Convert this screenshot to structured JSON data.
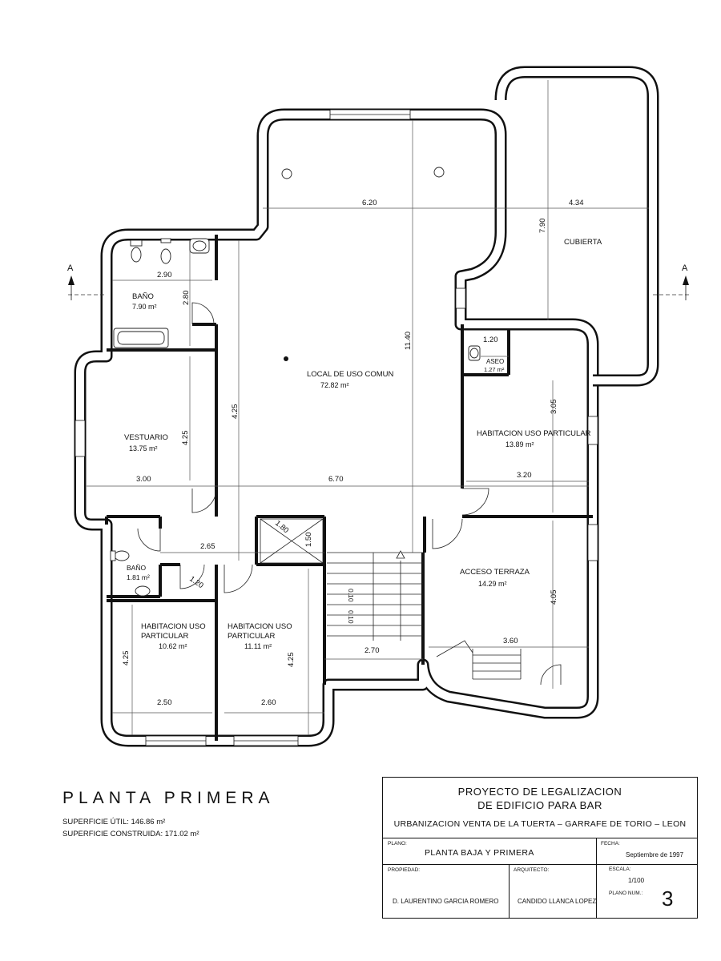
{
  "rooms": [
    {
      "name": "BAÑO",
      "area": "7.90 m²"
    },
    {
      "name": "VESTUARIO",
      "area": "13.75 m²"
    },
    {
      "name": "LOCAL DE USO COMUN",
      "area": "72.82 m²"
    },
    {
      "name": "CUBIERTA",
      "area": ""
    },
    {
      "name": "ASEO",
      "area": "1.27 m²"
    },
    {
      "name": "HABITACION USO PARTICULAR",
      "area": "13.89 m²"
    },
    {
      "name": "BAÑO",
      "area": "1.81 m²"
    },
    {
      "name_l1": "HABITACION USO",
      "name_l2": "PARTICULAR",
      "area": "10.62 m²"
    },
    {
      "name_l1": "HABITACION USO",
      "name_l2": "PARTICULAR",
      "area": "11.11 m²"
    },
    {
      "name": "ACCESO TERRAZA",
      "area": "14.29 m²"
    }
  ],
  "dimensions": {
    "d620": "6.20",
    "d434": "4.34",
    "d790": "7.90",
    "d290": "2.90",
    "d280": "2.80",
    "d1140": "11.40",
    "d425a": "4.25",
    "d425b": "4.25",
    "d305": "3.05",
    "d120a": "1.20",
    "d300": "3.00",
    "d670": "6.70",
    "d320": "3.20",
    "d180": "1.80",
    "d150": "1.50",
    "d265": "2.65",
    "d120b": "1.20",
    "d405": "4.05",
    "d360": "3.60",
    "d270": "2.70",
    "d425c": "4.25",
    "d425d": "4.25",
    "d250": "2.50",
    "d260": "2.60",
    "stair1": "0.10",
    "stair2": "0.10"
  },
  "section_marks": {
    "left": "A",
    "right": "A"
  },
  "drawing": {
    "title": "PLANTA PRIMERA",
    "superficie_util": "SUPERFICIE ÚTIL: 146.86 m²",
    "superficie_construida": "SUPERFICIE CONSTRUIDA: 171.02 m²"
  },
  "title_block": {
    "project_line1": "PROYECTO DE LEGALIZACION",
    "project_line2": "DE EDIFICIO PARA BAR",
    "location": "URBANIZACION VENTA DE LA TUERTA – GARRAFE DE TORIO – LEON",
    "plano_label": "PLANO:",
    "plano_value": "PLANTA BAJA Y PRIMERA",
    "fecha_label": "FECHA:",
    "fecha_value": "Septiembre de 1997",
    "propiedad_label": "PROPIEDAD:",
    "propiedad_value": "D. LAURENTINO GARCIA ROMERO",
    "arquitecto_label": "ARQUITECTO:",
    "arquitecto_value": "CANDIDO LLANCA LOPEZ",
    "escala_label": "ESCALA:",
    "escala_value": "1/100",
    "plano_num_label": "PLANO NUM.:",
    "plano_num_value": "3"
  }
}
